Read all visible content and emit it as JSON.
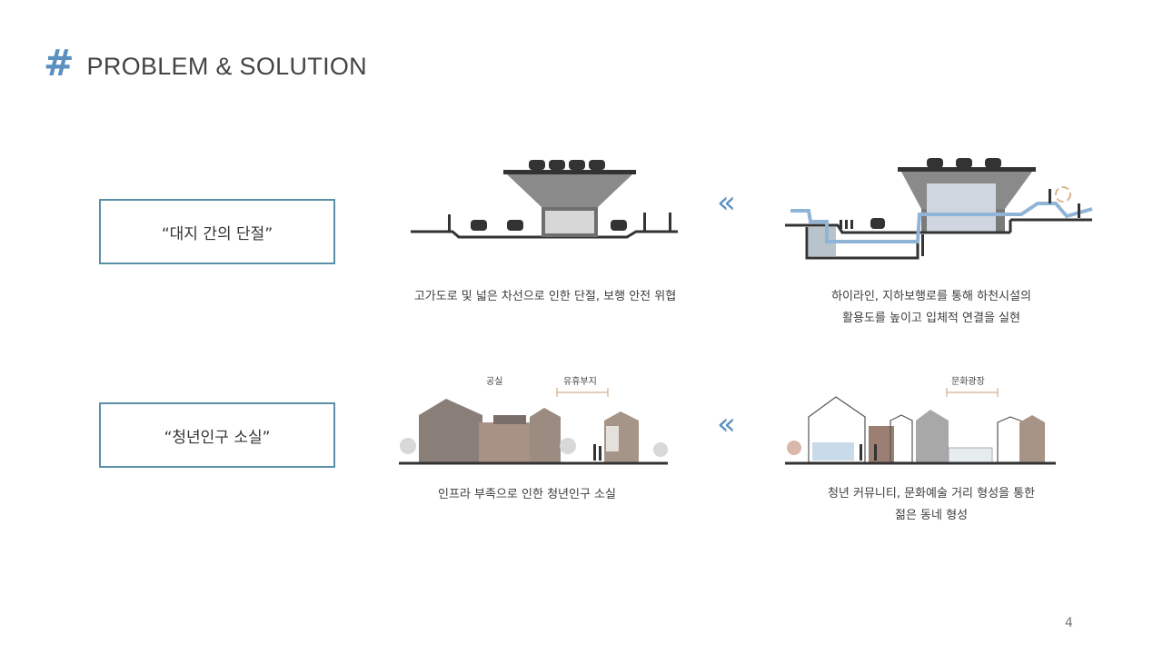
{
  "header": {
    "hash": "#",
    "title": "PROBLEM & SOLUTION"
  },
  "rows": [
    {
      "label": "“대지 간의 단절”",
      "problem_caption": "고가도로 및 넓은 차선으로 인한 단절, 보행 안전 위협",
      "solution_caption_line1": "하이라인, 지하보행로를 통해 하천시설의",
      "solution_caption_line2": "활용도를 높이고 입체적 연결을 실현"
    },
    {
      "label": "“청년인구 소실”",
      "problem_tags": [
        "공실",
        "유휴부지"
      ],
      "problem_caption": "인프라 부족으로 인한 청년인구 소실",
      "solution_tags": [
        "문화광장"
      ],
      "solution_caption_line1": "청년 커뮤니티, 문화예술 거리 형성을 통한",
      "solution_caption_line2": "젊은 동네 형성"
    }
  ],
  "arrow_glyph": "«",
  "page_number": "4",
  "colors": {
    "accent": "#5a8fc0",
    "box_border": "#5a8fa8",
    "water": "#8fb4d6"
  }
}
